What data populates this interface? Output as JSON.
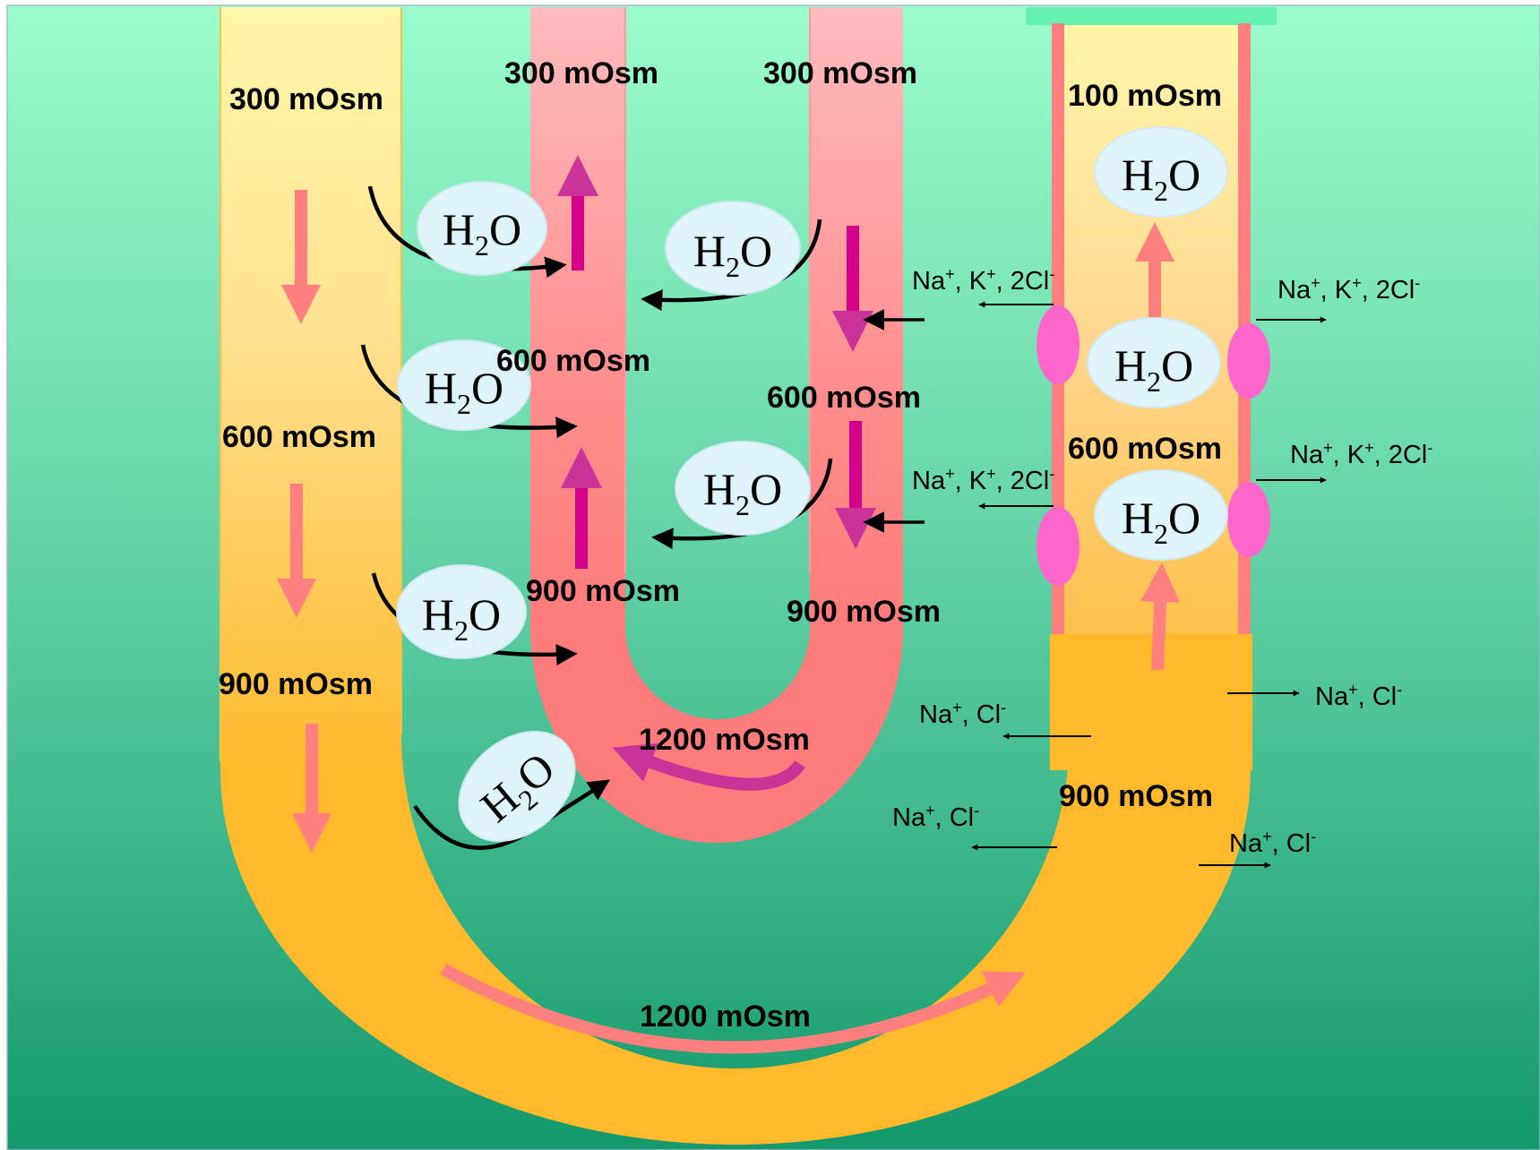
{
  "labels": {
    "left_300": "300 mOsm",
    "left_600": "600 mOsm",
    "left_900": "900 mOsm",
    "bottom_1200": "1200 mOsm",
    "asc_300": "300 mOsm",
    "asc_600": "600 mOsm",
    "asc_900": "900 mOsm",
    "desc_300": "300 mOsm",
    "desc_600": "600 mOsm",
    "desc_900": "900 mOsm",
    "loop_1200": "1200 mOsm",
    "right_100": "100 mOsm",
    "right_600": "600 mOsm",
    "right_900": "900 mOsm"
  },
  "water": {
    "H": "H",
    "sub": "2",
    "O": "O"
  },
  "ions": {
    "nakcl": {
      "na": "Na",
      "plus": "+",
      "k": ", K",
      "cl": ", 2Cl",
      "minus": "-"
    },
    "nacl": {
      "na": "Na",
      "plus": "+",
      "cl": ", Cl",
      "minus": "-"
    }
  },
  "colors": {
    "bg_top": "#99fdc9",
    "bg_bottom": "#139b6e",
    "collecting_top": "#fff7a8",
    "collecting_bottom": "#ffb92b",
    "loop_top": "#ffb8bb",
    "loop_bottom": "#ff7e7e",
    "flow_arrow": "#ff7f7f",
    "magenta_arrow": "#d4008a",
    "transporter": "#ff66cc",
    "water_bubble": "#dff3fb"
  }
}
